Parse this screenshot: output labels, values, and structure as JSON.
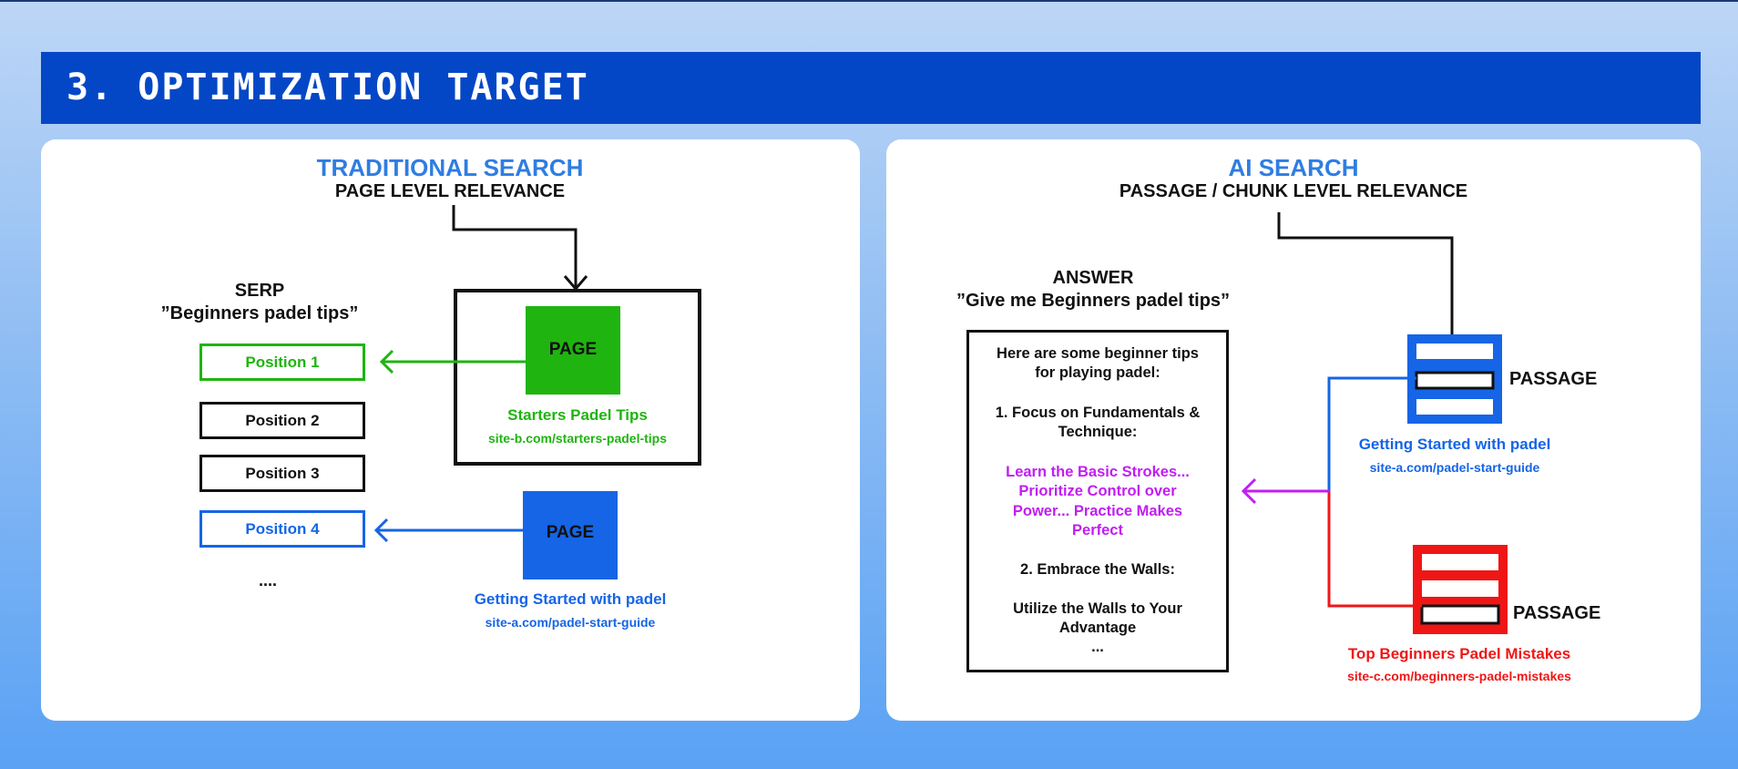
{
  "banner": {
    "title": "3. OPTIMIZATION TARGET"
  },
  "left": {
    "heading": "TRADITIONAL SEARCH",
    "subheading": "PAGE LEVEL RELEVANCE",
    "serp_title": "SERP",
    "serp_query": "”Beginners padel tips”",
    "positions": [
      "Position 1",
      "Position 2",
      "Position 3",
      "Position 4"
    ],
    "ellipsis": "....",
    "page_label": "PAGE",
    "page_green": {
      "title": "Starters Padel Tips",
      "url": "site-b.com/starters-padel-tips"
    },
    "page_blue": {
      "title": "Getting Started with padel",
      "url": "site-a.com/padel-start-guide"
    }
  },
  "right": {
    "heading": "AI SEARCH",
    "subheading": "PASSAGE / CHUNK LEVEL RELEVANCE",
    "answer_title": "ANSWER",
    "answer_query": "”Give me Beginners padel tips”",
    "answer_lines": [
      "Here are some beginner tips",
      "for playing padel:",
      "1. Focus on Fundamentals &",
      "Technique:",
      "Learn the Basic Strokes...",
      "Prioritize Control over",
      "Power... Practice Makes",
      "Perfect",
      "2. Embrace the Walls:",
      "Utilize the Walls to Your",
      "Advantage",
      "..."
    ],
    "passage_label": "PASSAGE",
    "passage_blue": {
      "title": "Getting Started with padel",
      "url": "site-a.com/padel-start-guide"
    },
    "passage_red": {
      "title": "Top Beginners Padel Mistakes",
      "url": "site-c.com/beginners-padel-mistakes"
    }
  },
  "colors": {
    "banner": "#0447c6",
    "heading_blue": "#2f7de1",
    "green": "#1fb410",
    "blue": "#1565e6",
    "red": "#f01616",
    "purple": "#c11ef2"
  }
}
